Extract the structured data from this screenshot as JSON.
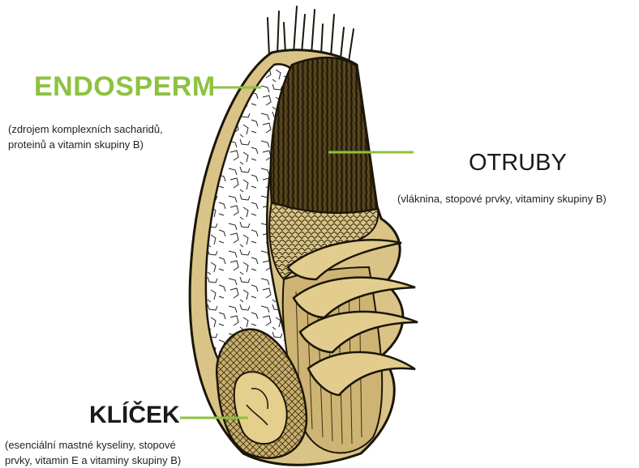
{
  "labels": {
    "endosperm": {
      "title": "ENDOSPERM",
      "description_line1": "(zdrojem komplexních sacharidů,",
      "description_line2": "proteinů a vitamin skupiny B)",
      "color": "#8dc23f"
    },
    "otruby": {
      "title": "OTRUBY",
      "description": "(vláknina, stopové prvky, vitaminy skupiny B)",
      "color": "#1a1a1a"
    },
    "klicek": {
      "title": "KLÍČEK",
      "description_line1": "(esenciální mastné kyseliny, stopové",
      "description_line2": "prvky, vitamin E a vitaminy skupiny B)",
      "color": "#1a1a1a"
    }
  },
  "colors": {
    "leader_line": "#8dc23f",
    "grain_tan": "#d9c386",
    "grain_dark": "#3a2d12",
    "outline": "#1b1609",
    "endosperm_fill": "#ffffff"
  },
  "illustration": "wheat-kernel-cross-section"
}
